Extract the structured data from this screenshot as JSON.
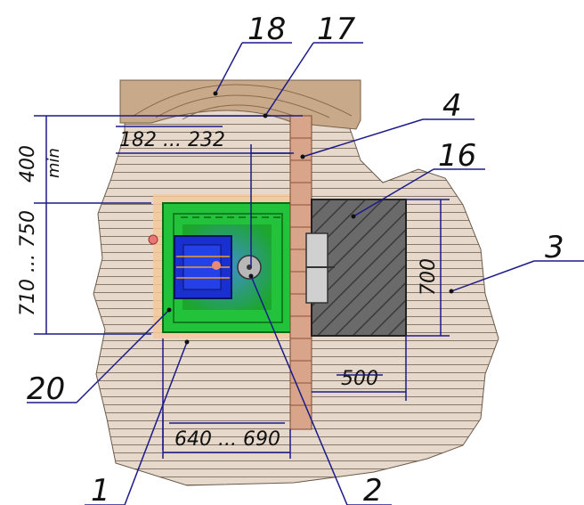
{
  "diagram": {
    "callouts": {
      "c18": "18",
      "c17": "17",
      "c4": "4",
      "c16": "16",
      "c3": "3",
      "c20": "20",
      "c1": "1",
      "c2": "2"
    },
    "dimensions": {
      "d_400": "400",
      "d_min": "min",
      "d_182_232": "182 ... 232",
      "d_710_750": "710 ... 750",
      "d_700": "700",
      "d_500": "500",
      "d_640_690": "640 ... 690"
    },
    "colors": {
      "wood": "#c8aa8a",
      "wood_light": "#e0cbb3",
      "floor": "#e6d9cc",
      "floor_lines": "#8a7868",
      "wall_brick": "#d9a58a",
      "block_dark": "#5a5a5a",
      "unit_green": "#22c33a",
      "unit_blue": "#1a2fcf",
      "leader": "#1a1a8a"
    }
  }
}
